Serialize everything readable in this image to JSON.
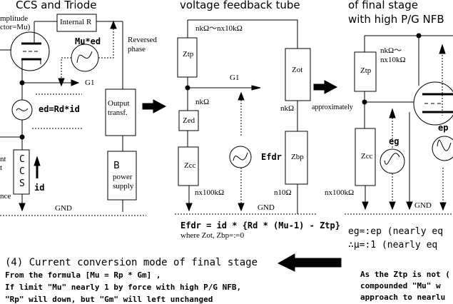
{
  "panels": {
    "ccs_triode": {
      "title": "CCS and Triode",
      "amplitude_label": "mplitude",
      "factor_label": "ctor=Mu)",
      "internal_r": "Internal R",
      "mu_ed": "Mu*ed",
      "reversed": "Reversed",
      "phase": "phase",
      "g1": "G1",
      "ed_formula": "ed=Rd*id",
      "output_transf_1": "Output",
      "output_transf_2": "transf.",
      "ccs_c1": "C",
      "ccs_c2": "C",
      "ccs_s": "S",
      "id": "id",
      "b_label": "B",
      "power": "power",
      "supply": "supply",
      "gnd": "GND",
      "left_nt": "nt",
      "left_t": "t",
      "left_nce": "nce"
    },
    "voltage_feedback": {
      "title": "voltage feedback tube",
      "range_label": "nkΩ〜nx10kΩ",
      "ztp": "Ztp",
      "zot": "Zot",
      "g1": "G1",
      "nk1": "nkΩ",
      "nk2": "nkΩ",
      "zed": "Zed",
      "zcc": "Zcc",
      "efdr": "Efdr",
      "zbp": "Zbp",
      "nx100k": "nx100kΩ",
      "n10": "n10Ω",
      "gnd": "GND",
      "formula": "Efdr = id * {Rd * (Mu-1) - Ztp}",
      "where": "where Zot, Zbp=:=0"
    },
    "final_stage": {
      "title_1": "of final stage",
      "title_2": "with high P/G NFB",
      "range_1": "nkΩ〜",
      "range_2": "nx10kΩ",
      "ztp": "Ztp",
      "approximately": "approximately",
      "zcc": "Zcc",
      "eg": "eg",
      "ep": "ep",
      "nx100k": "nx100kΩ",
      "gnd": "GND",
      "eq1": "eg=:ep (nearly eq",
      "eq2": "∴μ=:1 (nearly eq",
      "note_1": "As the Ztp is not (",
      "note_2": "compounded \"Mu\" w",
      "note_3": "approach to nearlu"
    },
    "section4": {
      "heading": "(4) Current conversion mode of final stage",
      "line1": "From the formula  [Mu = Rp * Gm] ,",
      "line2": "If limit \"Mu\" nearly 1 by force with high P/G NFB,",
      "line3": "\"Rp\" will down, but \"Gm\" will left unchanged"
    }
  }
}
